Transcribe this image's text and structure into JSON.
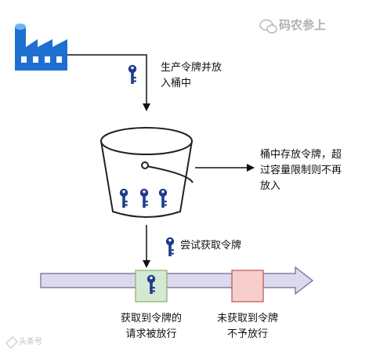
{
  "watermark": {
    "brand": "码农参上",
    "bottom_mark": "头条号"
  },
  "labels": {
    "produce": [
      "生产令牌并放",
      "入桶中"
    ],
    "overflow": [
      "桶中存放令牌，超",
      "过容量限制则不再",
      "放入"
    ],
    "try_acquire": "尝试获取令牌",
    "granted": [
      "获取到令牌的",
      "请求被放行"
    ],
    "denied": [
      "未获取到令牌",
      "不予放行"
    ]
  },
  "colors": {
    "factory_blue": "#1f6fd1",
    "key_blue": "#1f3c8c",
    "track_fill": "#dcd9ef",
    "track_stroke": "#6a6a8e",
    "granted_fill": "#d5e8d4",
    "granted_stroke": "#82b366",
    "denied_fill": "#f8cecc",
    "denied_stroke": "#b85450"
  },
  "icons": [
    "factory-icon",
    "key-icon",
    "bucket-icon",
    "arrow-icon",
    "wechat-icon"
  ]
}
